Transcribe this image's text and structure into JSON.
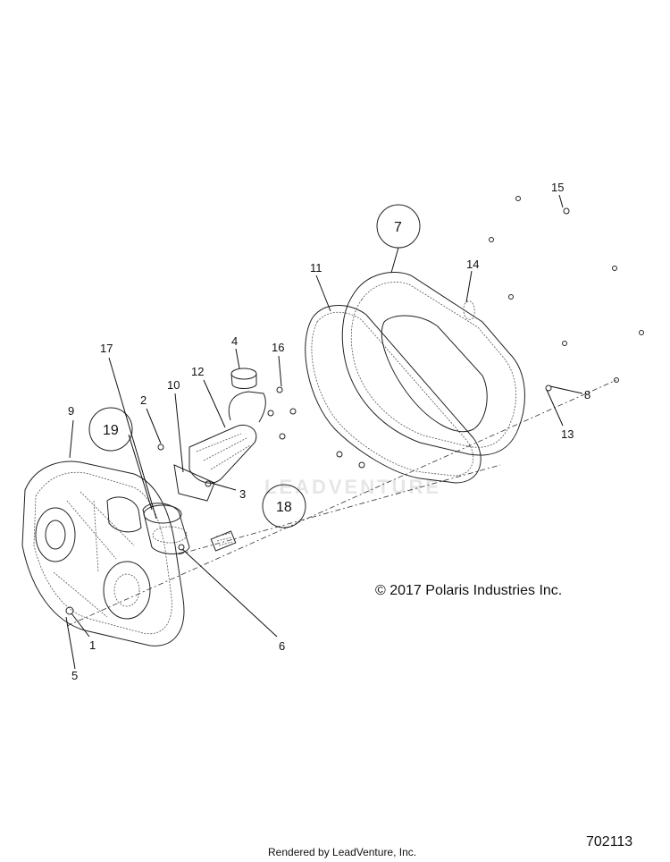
{
  "callouts": {
    "c1": "1",
    "c2": "2",
    "c3": "3",
    "c4": "4",
    "c5": "5",
    "c6": "6",
    "c7": "7",
    "c8": "8",
    "c9": "9",
    "c10": "10",
    "c11": "11",
    "c12": "12",
    "c13": "13",
    "c14": "14",
    "c15": "15",
    "c16": "16",
    "c17": "17",
    "c18": "18",
    "c19": "19"
  },
  "copyright": "© 2017 Polaris Industries Inc.",
  "footer": "Rendered by LeadVenture, Inc.",
  "diagram_number": "702113",
  "watermark": "LEADVENTURE"
}
